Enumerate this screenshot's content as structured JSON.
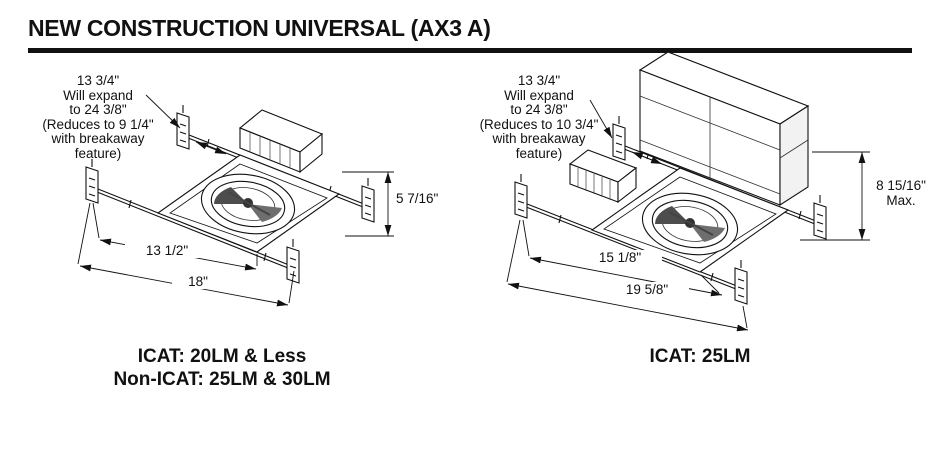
{
  "title": "NEW CONSTRUCTION UNIVERSAL (AX3 A)",
  "colors": {
    "ink": "#111111",
    "background": "#ffffff"
  },
  "left_figure": {
    "expand_note": [
      "13 3/4\"",
      "Will expand",
      "to 24 3/8\"",
      "(Reduces to 9 1/4\"",
      "with breakaway",
      "feature)"
    ],
    "height_dim": "5 7/16\"",
    "frame_width_dim": "13 1/2\"",
    "overall_width_dim": "18\"",
    "caption": [
      "ICAT: 20LM & Less",
      "Non-ICAT: 25LM & 30LM"
    ]
  },
  "right_figure": {
    "expand_note": [
      "13 3/4\"",
      "Will expand",
      "to 24 3/8\"",
      "(Reduces to 10 3/4\"",
      "with breakaway",
      "feature)"
    ],
    "height_dim": "8 15/16\"",
    "height_dim_note": "Max.",
    "frame_width_dim": "15 1/8\"",
    "overall_width_dim": "19 5/8\"",
    "caption": [
      "ICAT: 25LM"
    ]
  }
}
